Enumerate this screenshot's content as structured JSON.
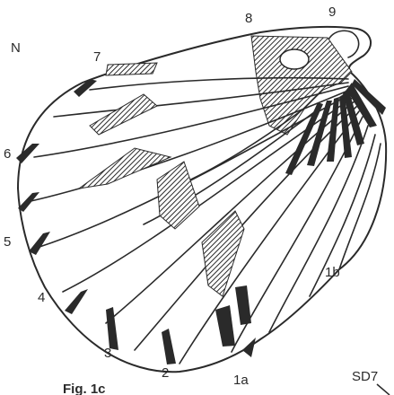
{
  "figure": {
    "caption": "Fig. 1c",
    "corner_label": "SD7",
    "orientation_label": "N",
    "ink_color": "#2a2a2a",
    "paper_color": "#ffffff"
  },
  "vein_labels": [
    "1a",
    "1b",
    "2",
    "3",
    "4",
    "5",
    "6",
    "7",
    "8",
    "9"
  ]
}
